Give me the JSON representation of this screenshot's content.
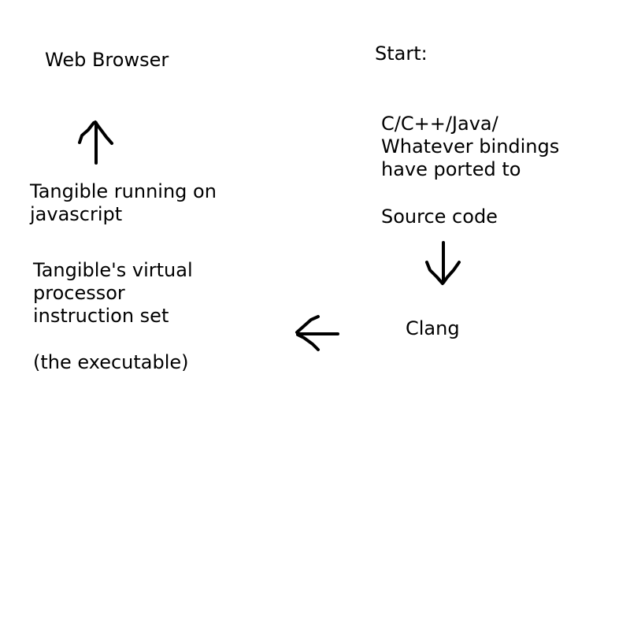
{
  "diagram": {
    "web_browser": "Web Browser",
    "start_label": "Start:",
    "bindings_text": "C/C++/Java/\nWhatever bindings\nhave ported to",
    "source_code": "Source code",
    "clang": "Clang",
    "tangible_js": "Tangible running on\njavascript",
    "instruction_set": "Tangible's virtual\nprocessor\ninstruction set",
    "executable": "(the executable)"
  },
  "colors": {
    "background": "#ffffff",
    "ink": "#000000"
  }
}
